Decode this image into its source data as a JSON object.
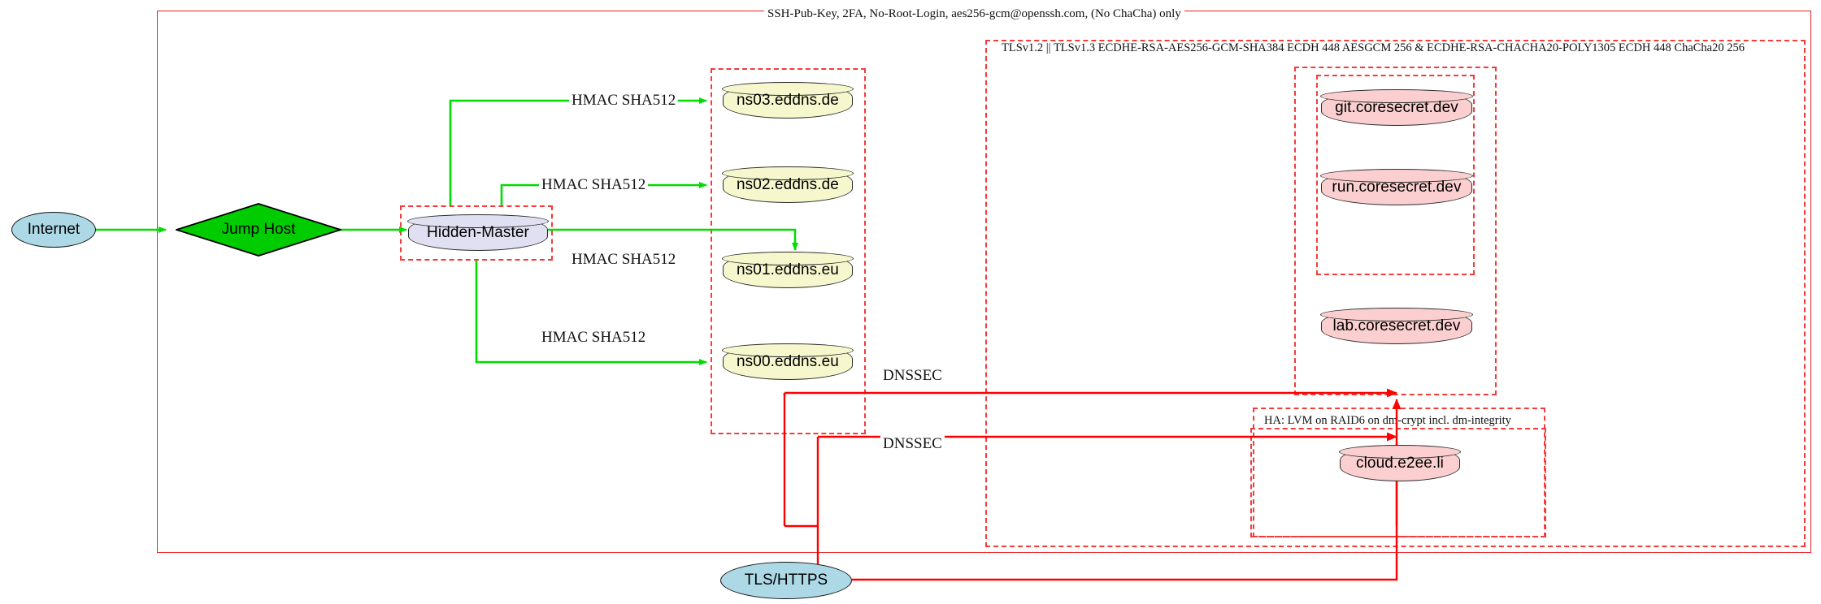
{
  "diagram": {
    "type": "network-security-topology",
    "colors": {
      "cluster_border": "#ee2222",
      "secure_edge": "#00dd00",
      "dnssec_edge": "#ff0000",
      "dns_node_fill": "#f7f7ce",
      "service_node_fill": "#fbcfcf",
      "master_node_fill": "#e0e0f2",
      "internet_fill": "#add8e6",
      "jump_host_fill": "#00cc00"
    },
    "clusters": [
      {
        "id": "ssh-cluster",
        "label": "SSH-Pub-Key, 2FA, No-Root-Login, aes256-gcm@openssh.com, (No ChaCha) only",
        "style": "solid"
      },
      {
        "id": "tls-cluster",
        "label": "TLSv1.2 || TLSv1.3 ECDHE-RSA-AES256-GCM-SHA384 ECDH 448 AESGCM 256 & ECDHE-RSA-CHACHA20-POLY1305 ECDH 448 ChaCha20 256",
        "style": "dashed"
      },
      {
        "id": "ha-cluster",
        "label": "HA: LVM on RAID6 on dm-crypt incl. dm-integrity",
        "style": "dashed"
      },
      {
        "id": "hidden-master-cluster",
        "label": "",
        "style": "dashed"
      },
      {
        "id": "dns-cluster",
        "label": "",
        "style": "dashed"
      },
      {
        "id": "coresecret-cluster",
        "label": "",
        "style": "dashed"
      },
      {
        "id": "coresecret-inner-cluster",
        "label": "",
        "style": "dashed"
      },
      {
        "id": "cloud-cluster",
        "label": "",
        "style": "dashed"
      }
    ],
    "nodes": [
      {
        "id": "internet",
        "label": "Internet",
        "shape": "ellipse",
        "fill": "#add8e6"
      },
      {
        "id": "jump-host",
        "label": "Jump Host",
        "shape": "diamond",
        "fill": "#00cc00"
      },
      {
        "id": "hidden-master",
        "label": "Hidden-Master",
        "shape": "cylinder",
        "fill": "#e0e0f2"
      },
      {
        "id": "ns03",
        "label": "ns03.eddns.de",
        "shape": "cylinder",
        "fill": "#f7f7ce"
      },
      {
        "id": "ns02",
        "label": "ns02.eddns.de",
        "shape": "cylinder",
        "fill": "#f7f7ce"
      },
      {
        "id": "ns01",
        "label": "ns01.eddns.eu",
        "shape": "cylinder",
        "fill": "#f7f7ce"
      },
      {
        "id": "ns00",
        "label": "ns00.eddns.eu",
        "shape": "cylinder",
        "fill": "#f7f7ce"
      },
      {
        "id": "git",
        "label": "git.coresecret.dev",
        "shape": "cylinder",
        "fill": "#fbcfcf"
      },
      {
        "id": "run",
        "label": "run.coresecret.dev",
        "shape": "cylinder",
        "fill": "#fbcfcf"
      },
      {
        "id": "lab",
        "label": "lab.coresecret.dev",
        "shape": "cylinder",
        "fill": "#fbcfcf"
      },
      {
        "id": "cloud",
        "label": "cloud.e2ee.li",
        "shape": "cylinder",
        "fill": "#fbcfcf"
      },
      {
        "id": "tls-https",
        "label": "TLS/HTTPS",
        "shape": "ellipse",
        "fill": "#add8e6"
      }
    ],
    "edges": [
      {
        "from": "internet",
        "to": "jump-host",
        "label": "",
        "color": "#00dd00"
      },
      {
        "from": "jump-host",
        "to": "hidden-master",
        "label": "",
        "color": "#00dd00"
      },
      {
        "from": "hidden-master",
        "to": "ns03",
        "label": "HMAC SHA512",
        "color": "#00dd00"
      },
      {
        "from": "hidden-master",
        "to": "ns02",
        "label": "HMAC SHA512",
        "color": "#00dd00"
      },
      {
        "from": "hidden-master",
        "to": "ns01",
        "label": "HMAC SHA512",
        "color": "#00dd00"
      },
      {
        "from": "hidden-master",
        "to": "ns00",
        "label": "HMAC SHA512",
        "color": "#00dd00"
      },
      {
        "from": "dns-cluster",
        "to": "coresecret-cluster",
        "label": "DNSSEC",
        "color": "#ff0000"
      },
      {
        "from": "dns-cluster",
        "to": "cloud-cluster",
        "label": "DNSSEC",
        "color": "#ff0000"
      },
      {
        "from": "tls-https",
        "to": "coresecret-cluster",
        "label": "",
        "color": "#ff0000"
      },
      {
        "from": "tls-https",
        "to": "cloud-cluster",
        "label": "",
        "color": "#ff0000"
      }
    ],
    "edge_labels": {
      "hmac_ns03": "HMAC SHA512",
      "hmac_ns02": "HMAC SHA512",
      "hmac_ns01": "HMAC SHA512",
      "hmac_ns00": "HMAC SHA512",
      "dnssec_upper": "DNSSEC",
      "dnssec_lower": "DNSSEC"
    }
  }
}
